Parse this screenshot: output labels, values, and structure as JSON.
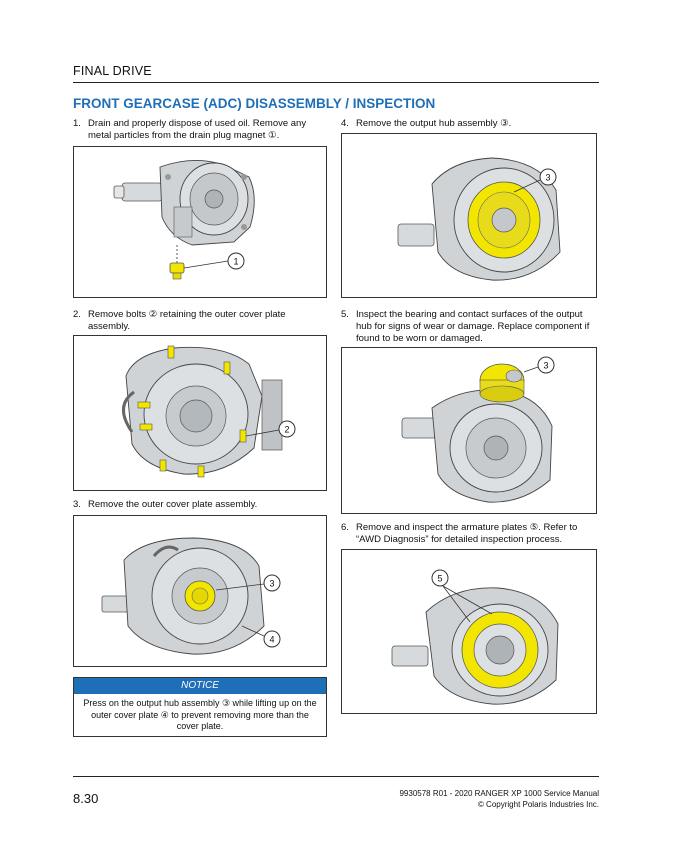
{
  "header": {
    "section": "FINAL DRIVE"
  },
  "title": "FRONT GEARCASE (ADC) DISASSEMBLY / INSPECTION",
  "steps": [
    {
      "num": "1.",
      "text": "Drain and properly dispose of used oil. Remove any metal particles from the drain plug magnet ①."
    },
    {
      "num": "2.",
      "text": "Remove bolts ② retaining the outer cover plate assembly."
    },
    {
      "num": "3.",
      "text": "Remove the outer cover plate assembly."
    },
    {
      "num": "4.",
      "text": "Remove the output hub assembly ③."
    },
    {
      "num": "5.",
      "text": "Inspect the bearing and contact surfaces of the output hub for signs of wear or damage. Replace component if found to be worn or damaged."
    },
    {
      "num": "6.",
      "text": "Remove and inspect the armature plates ⑤. Refer to “AWD Diagnosis” for detailed inspection process."
    }
  ],
  "callouts": {
    "fig1": [
      "1"
    ],
    "fig2": [
      "2"
    ],
    "fig3": [
      "3",
      "4"
    ],
    "fig4": [
      "3"
    ],
    "fig5": [
      "3"
    ],
    "fig6": [
      "5"
    ]
  },
  "notice": {
    "title": "NOTICE",
    "text": "Press on the output hub assembly ③ while lifting up on the outer cover plate ④ to prevent removing more than the cover plate."
  },
  "footer": {
    "page_number": "8.30",
    "doc_line": "9930578 R01 - 2020 RANGER XP 1000 Service Manual",
    "copyright": "© Copyright Polaris Industries Inc."
  },
  "colors": {
    "accent": "#1f6fb8",
    "highlight": "#f2e600",
    "metal": "#cfd3d6"
  }
}
